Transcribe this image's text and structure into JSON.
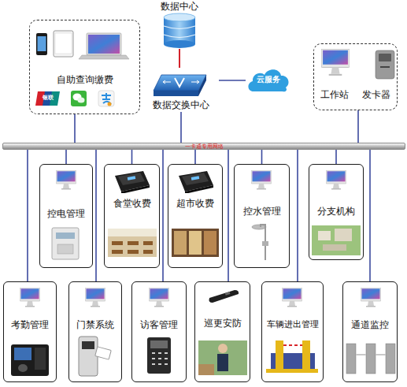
{
  "diagram": {
    "nodes": [
      {
        "text": [
          "自助查询缴费"
        ]
      },
      {
        "text": [
          "数据中心"
        ]
      },
      {
        "text": [
          "数据交换中心"
        ]
      },
      {
        "text": [
          "云服务"
        ]
      },
      {
        "text": [
          "工作站",
          "发卡器"
        ]
      },
      {
        "text": [
          "一卡通专用网络"
        ]
      },
      {
        "text": [
          "控电管理"
        ]
      },
      {
        "text": [
          "食堂收费"
        ]
      },
      {
        "text": [
          "超市收费"
        ]
      },
      {
        "text": [
          "控水管理"
        ]
      },
      {
        "text": [
          "分支机构"
        ]
      },
      {
        "text": [
          "考勤管理"
        ]
      },
      {
        "text": [
          "门禁系统"
        ]
      },
      {
        "text": [
          "访客管理"
        ]
      },
      {
        "text": [
          "巡更安防"
        ]
      },
      {
        "text": [
          "车辆进出管理"
        ]
      },
      {
        "text": [
          "通道监控"
        ]
      }
    ],
    "edges": [
      {
        "from": 1,
        "to": 2,
        "arrow": "none"
      },
      {
        "from": 2,
        "to": 3,
        "arrow": "none"
      },
      {
        "from": 0,
        "to": 5,
        "arrow": "none"
      },
      {
        "from": 2,
        "to": 5,
        "arrow": "none"
      },
      {
        "from": 4,
        "to": 5,
        "arrow": "none"
      },
      {
        "from": 5,
        "to": 6,
        "arrow": "none"
      },
      {
        "from": 5,
        "to": 7,
        "arrow": "none"
      },
      {
        "from": 5,
        "to": 8,
        "arrow": "none"
      },
      {
        "from": 5,
        "to": 9,
        "arrow": "none"
      },
      {
        "from": 5,
        "to": 10,
        "arrow": "none"
      },
      {
        "from": 5,
        "to": 11,
        "arrow": "none"
      },
      {
        "from": 5,
        "to": 12,
        "arrow": "none"
      },
      {
        "from": 5,
        "to": 13,
        "arrow": "none"
      },
      {
        "from": 5,
        "to": 14,
        "arrow": "none"
      },
      {
        "from": 5,
        "to": 15,
        "arrow": "none"
      },
      {
        "from": 5,
        "to": 16,
        "arrow": "none"
      }
    ],
    "labels": [
      "银联"
    ]
  }
}
